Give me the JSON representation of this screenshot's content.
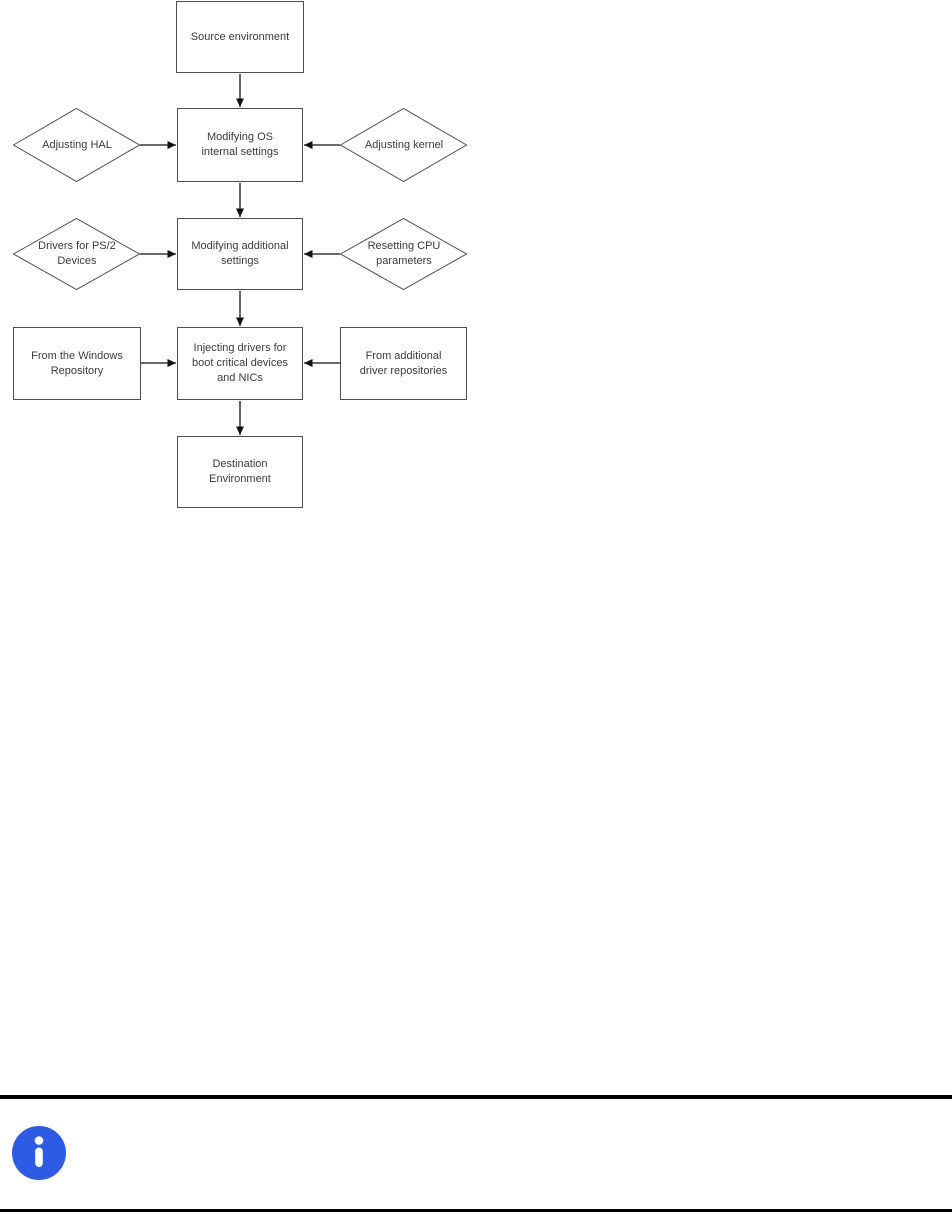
{
  "flowchart": {
    "nodes": {
      "source": {
        "label": "Source environment",
        "shape": "rect"
      },
      "modify_os": {
        "label": "Modifying OS\ninternal settings",
        "shape": "rect"
      },
      "adjusting_hal": {
        "label": "Adjusting HAL",
        "shape": "diamond"
      },
      "adjusting_kernel": {
        "label": "Adjusting kernel",
        "shape": "diamond"
      },
      "modify_additional": {
        "label": "Modifying additional\nsettings",
        "shape": "rect"
      },
      "drivers_ps2": {
        "label": "Drivers for PS/2\nDevices",
        "shape": "diamond"
      },
      "resetting_cpu": {
        "label": "Resetting CPU\nparameters",
        "shape": "diamond"
      },
      "injecting": {
        "label": "Injecting drivers for\nboot critical devices\nand NICs",
        "shape": "rect"
      },
      "windows_repo": {
        "label": "From the Windows\nRepository",
        "shape": "rect"
      },
      "additional_repos": {
        "label": "From additional\ndriver repositories",
        "shape": "rect"
      },
      "destination": {
        "label": "Destination\nEnvironment",
        "shape": "rect"
      }
    },
    "flow": [
      "source -> modify_os",
      "adjusting_hal -> modify_os",
      "adjusting_kernel -> modify_os",
      "modify_os -> modify_additional",
      "drivers_ps2 -> modify_additional",
      "resetting_cpu -> modify_additional",
      "modify_additional -> injecting",
      "windows_repo -> injecting",
      "additional_repos -> injecting",
      "injecting -> destination"
    ]
  },
  "note": {
    "icon": "info-icon"
  },
  "colors": {
    "accent_blue": "#2d5be3",
    "shape_border": "#4f4f4f",
    "text": "#3b3b3b",
    "arrow": "#111111",
    "divider": "#000000"
  }
}
